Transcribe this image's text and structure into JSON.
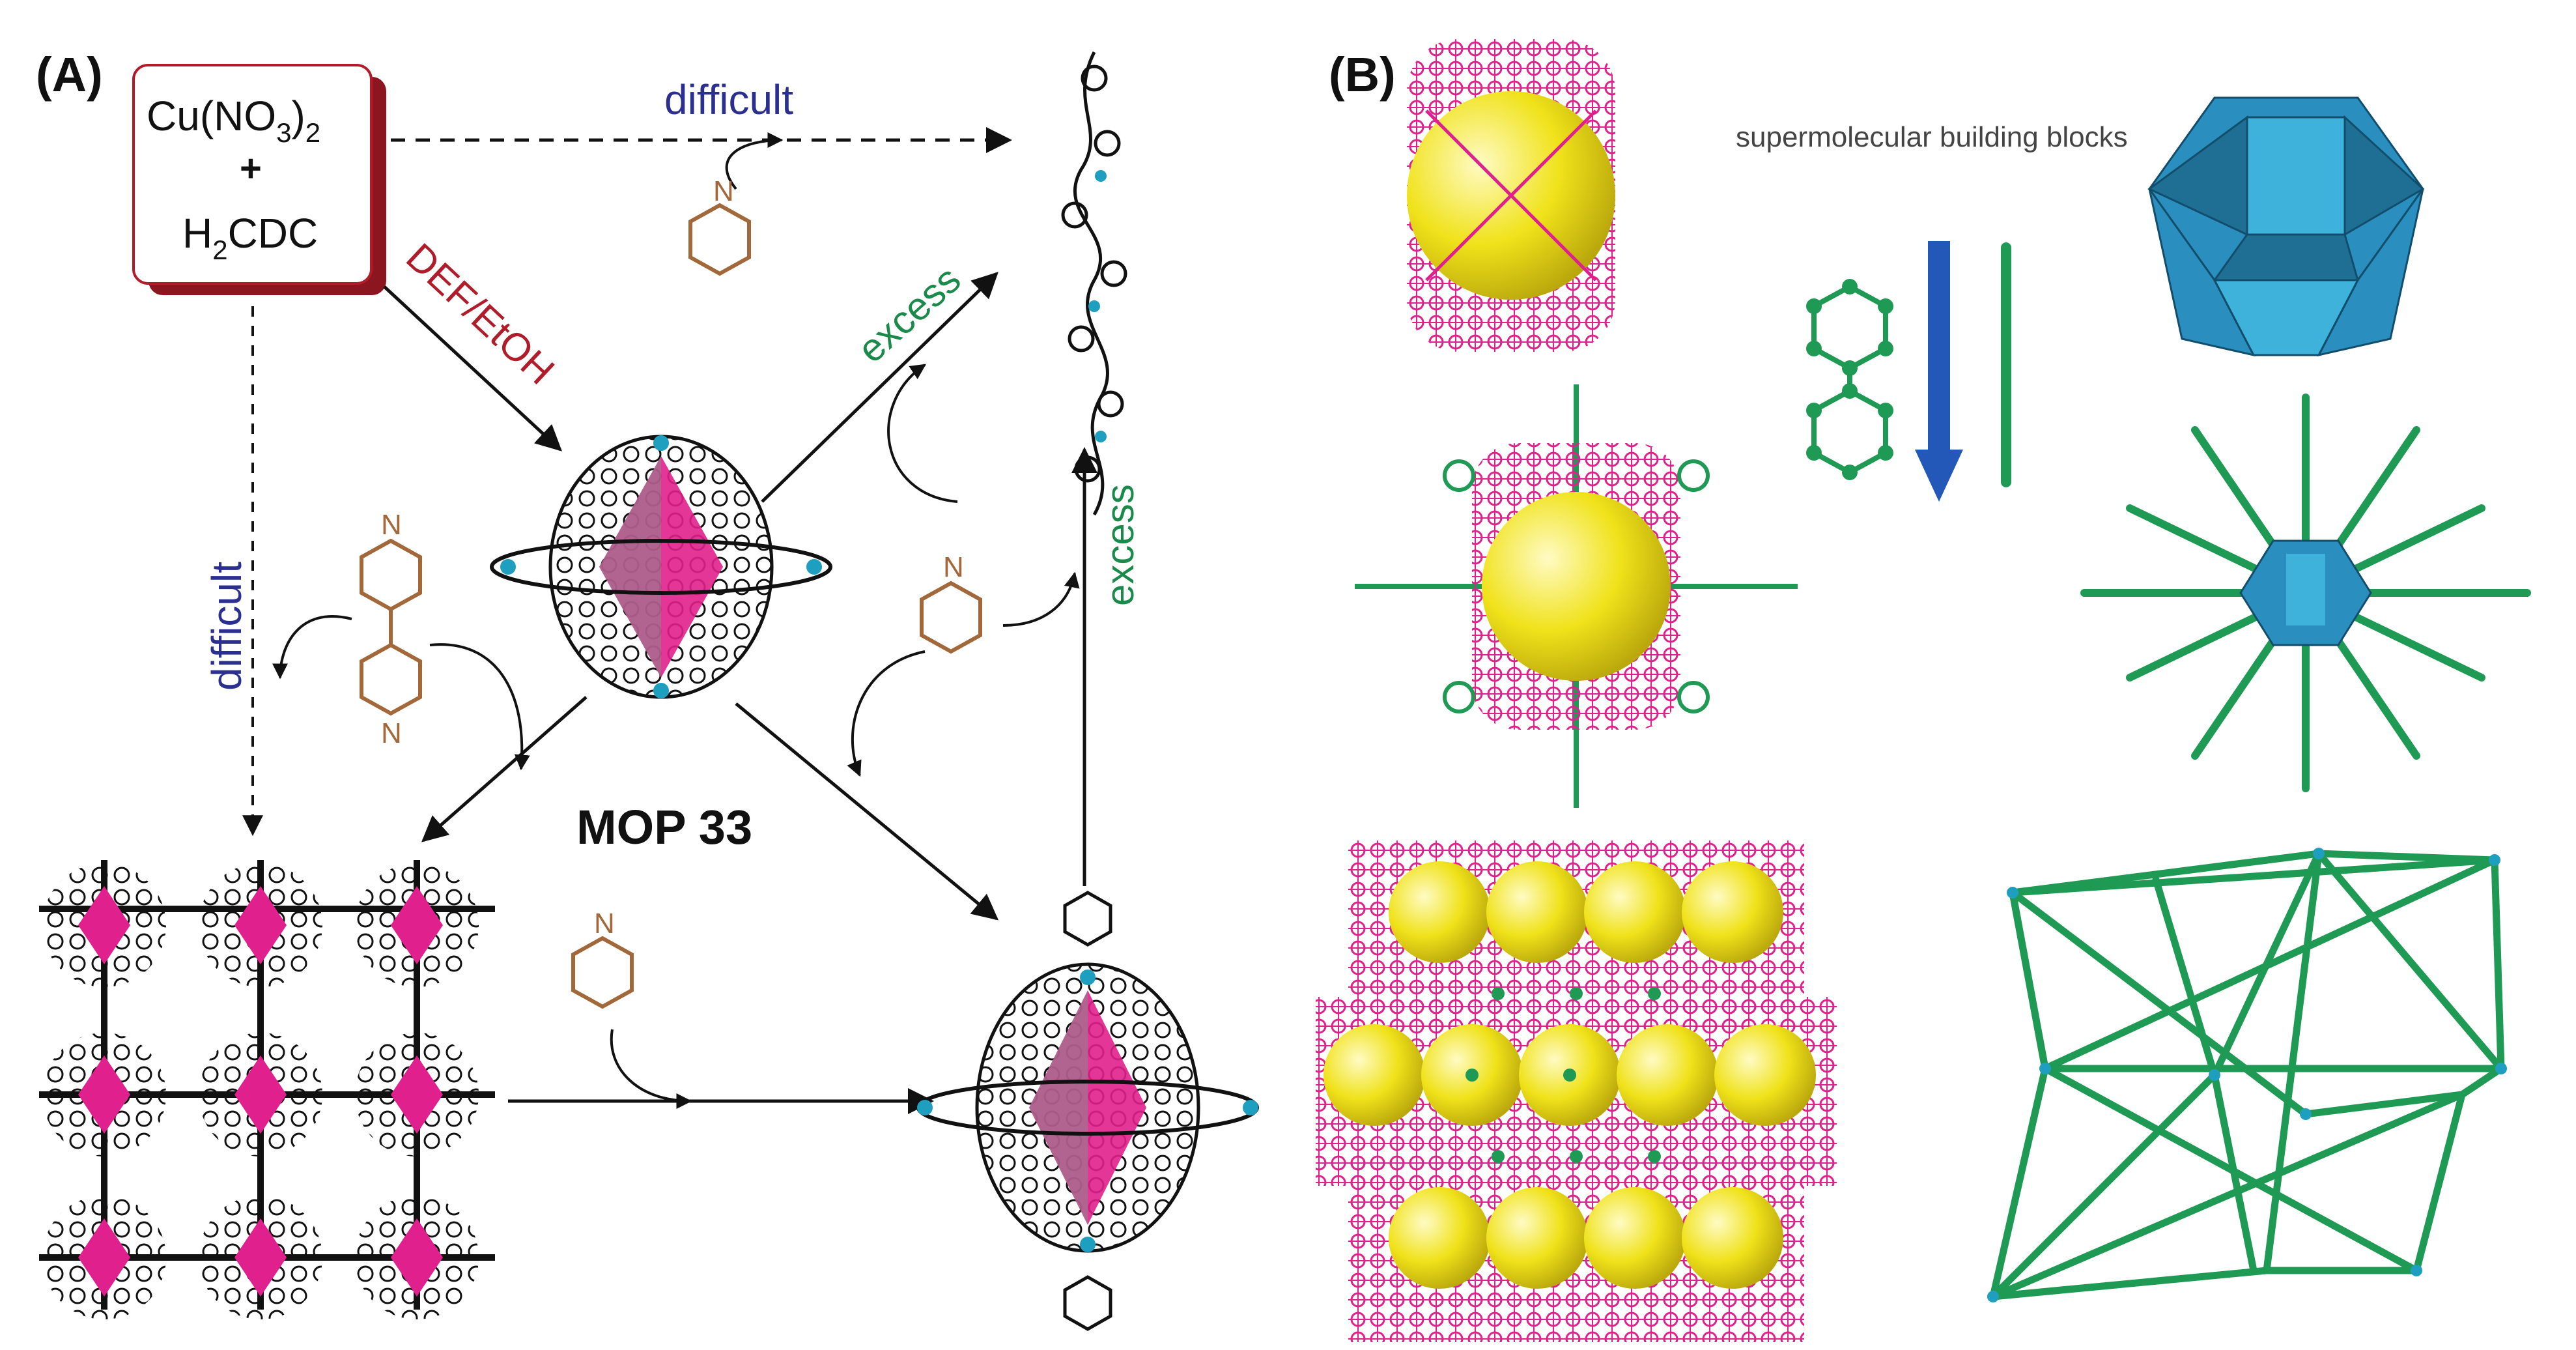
{
  "panel_a": {
    "label": "(A)",
    "reagents": {
      "line1": "Cu(NO",
      "line1_sub": "3",
      "line1_end": ")",
      "line1_sub2": "2",
      "plus": "+",
      "line3": "H",
      "line3_sub": "2",
      "line3_end": "CDC"
    },
    "difficult_top": "difficult",
    "difficult_left": "difficult",
    "solvent": "DEF/EtOH",
    "excess_diag": "excess",
    "excess_vert": "excess",
    "mop_name": "MOP 33"
  },
  "panel_b": {
    "label": "(B)",
    "caption": "supermolecular building blocks"
  },
  "colors": {
    "reagent_box": "#b01c2a",
    "difficult": "#2b2f8f",
    "solvent": "#b01c2a",
    "excess": "#1a8a4a",
    "pyridine": "#a3683a",
    "mop_pink": "#e0208c",
    "mop_sphere": "#f1ec1a",
    "linker_green": "#1f9a55",
    "polyhedron": "#2a8fbf",
    "arrow_blue": "#2357b8"
  }
}
